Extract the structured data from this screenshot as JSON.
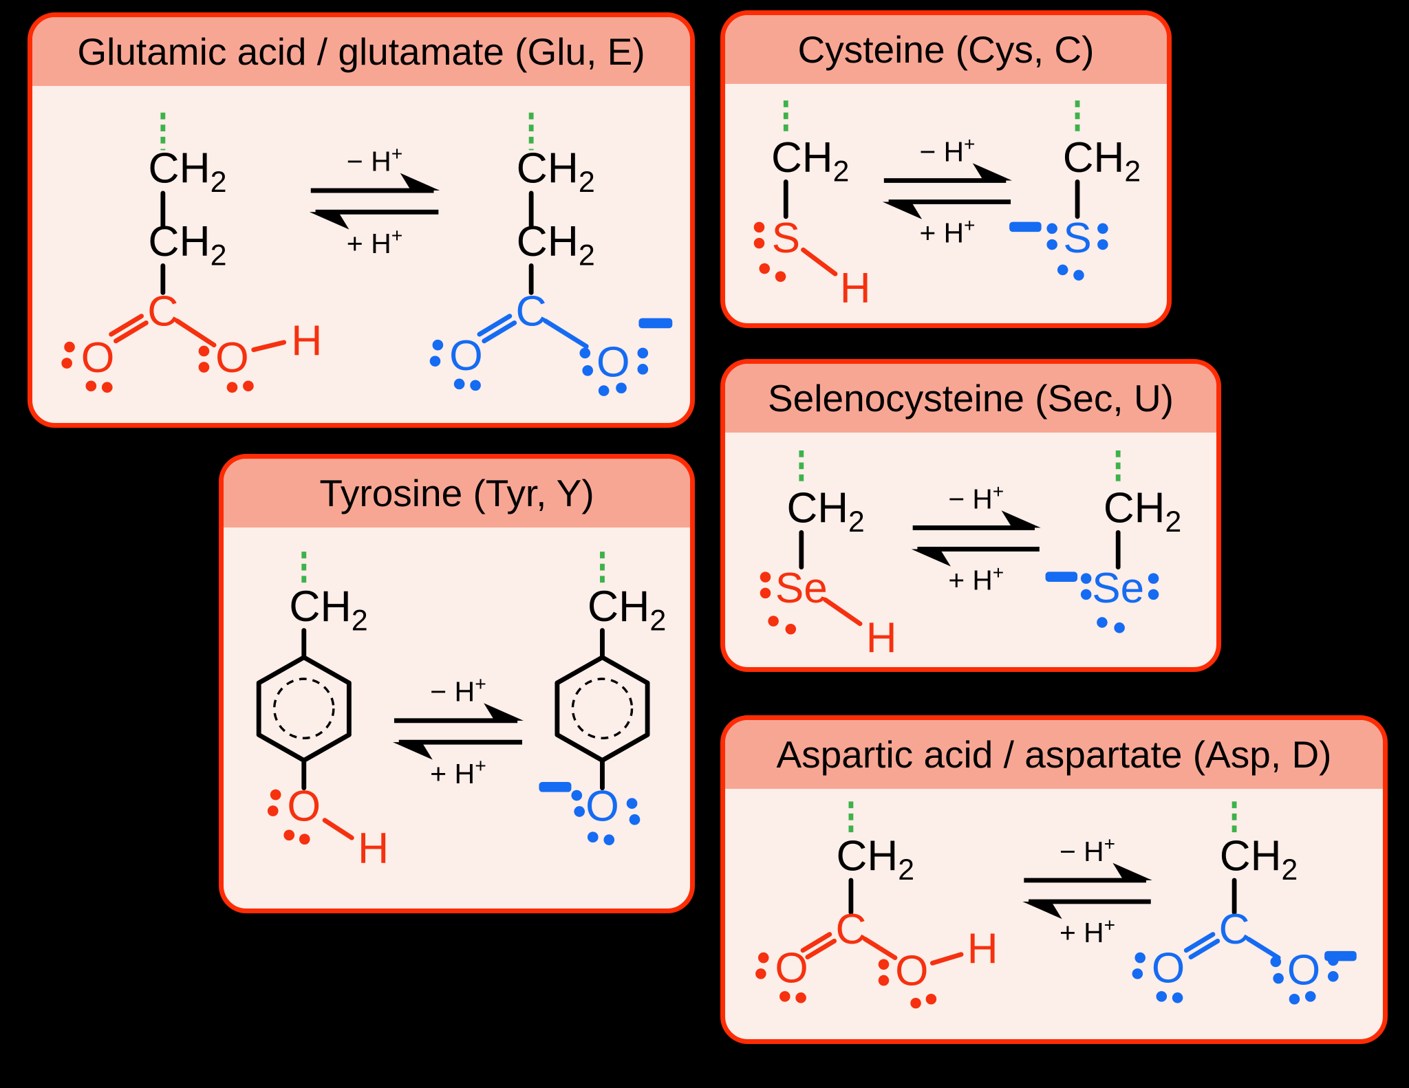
{
  "figure": {
    "description_visible_text_only": true
  },
  "colors": {
    "bg": "#000000",
    "panel-border": "#fe2c05",
    "header-bg": "#f8a694",
    "body-bg": "#fceee9",
    "red": "#f5310f",
    "blue": "#156bf2",
    "green": "#3db24a",
    "ink": "#000000"
  },
  "labels": {
    "ch": "CH",
    "sub_two": "2",
    "carbon": "C",
    "oxygen": "O",
    "hydrogen": "H",
    "sulfur": "S",
    "selenium": "Se",
    "deprotonation": "− H",
    "protonation": "+ H",
    "superscript_plus": "+"
  },
  "panels": [
    {
      "id": "glutamate",
      "title": "Glutamic acid / glutamate (Glu, E)"
    },
    {
      "id": "cysteine",
      "title": "Cysteine (Cys, C)"
    },
    {
      "id": "selenocysteine",
      "title": "Selenocysteine (Sec, U)"
    },
    {
      "id": "tyrosine",
      "title": "Tyrosine (Tyr, Y)"
    },
    {
      "id": "aspartate",
      "title": "Aspartic acid / aspartate (Asp, D)"
    }
  ]
}
